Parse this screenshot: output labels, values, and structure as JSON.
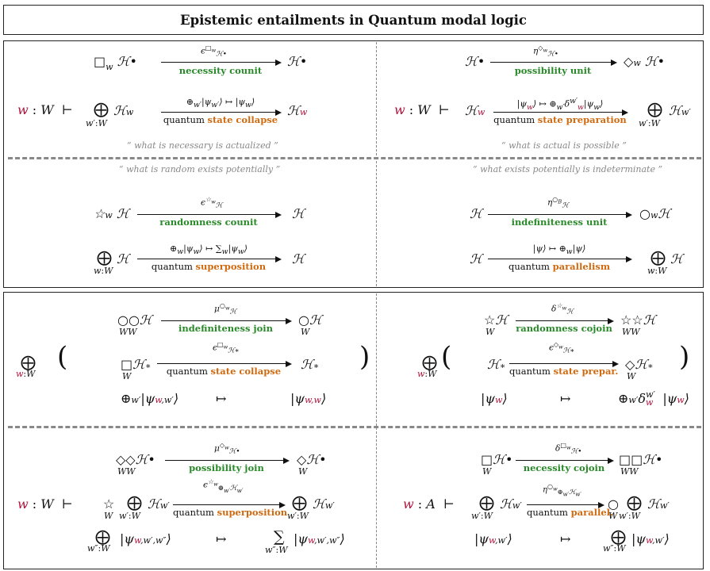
{
  "title": "Epistemic entailments in Quantum modal logic",
  "labels": {
    "necessity_counit": "necessity counit",
    "possibility_unit": "possibility unit",
    "randomness_counit": "randomness counit",
    "indefiniteness_unit": "indefiniteness unit",
    "quantum": "quantum",
    "state_collapse": "state collapse",
    "state_preparation": "state preparation",
    "superposition": "superposition",
    "parallelism": "parallelism",
    "indefiniteness_join": "indefiniteness join",
    "randomness_cojoin": "randomness cojoin",
    "state_prepar": "state prepar.",
    "possibility_join": "possibility join",
    "necessity_cojoin": "necessity cojoin",
    "parallel": "parallel."
  },
  "quotes": {
    "q1": "“ what is necessary is actualized ”",
    "q2": "“ what is actual is possible ”",
    "q3": "“ what is random exists potentially ”",
    "q4": "“ what exists potentially is indeterminate ”"
  }
}
